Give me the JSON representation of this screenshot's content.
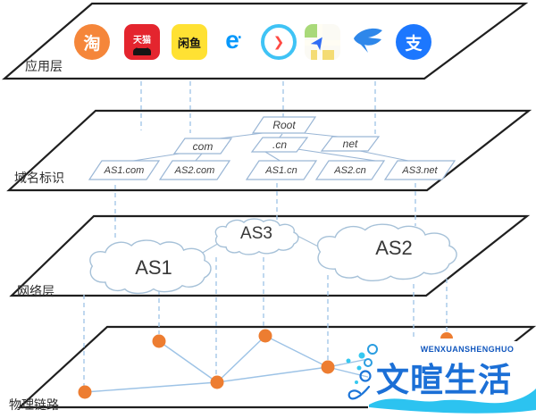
{
  "layers": [
    {
      "label": "应用层"
    },
    {
      "label": "域名标识"
    },
    {
      "label": "网络层"
    },
    {
      "label": "物理链路"
    }
  ],
  "app_icons": [
    {
      "name": "taobao",
      "glyph": "淘"
    },
    {
      "name": "tmall",
      "glyph": "天猫"
    },
    {
      "name": "xianyu",
      "glyph": "闲鱼"
    },
    {
      "name": "eleme",
      "glyph": "e"
    },
    {
      "name": "youku",
      "glyph": "❯"
    },
    {
      "name": "amap",
      "glyph": "➤"
    },
    {
      "name": "dingtalk",
      "glyph": ""
    },
    {
      "name": "alipay",
      "glyph": "支"
    }
  ],
  "dns_tree": {
    "root": "Root",
    "tlds": [
      "com",
      ".cn",
      "net"
    ],
    "leaves": [
      "AS1.com",
      "AS2.com",
      "AS1.cn",
      "AS2.cn",
      "AS3.net"
    ]
  },
  "networks": [
    "AS1",
    "AS3",
    "AS2"
  ],
  "watermark": {
    "brand_en": "WENXUANSHENGHUO",
    "brand_cn": "文暄生活"
  },
  "colors": {
    "plane_outline": "#1f1f1f",
    "dashed_link": "#9dc3e6",
    "tree_stroke": "#9ab6d5",
    "cloud_stroke": "#a6c1d8",
    "node_orange": "#ed7d31",
    "logo_blue": "#1b6fd6",
    "logo_cyan": "#2cc3f0"
  }
}
